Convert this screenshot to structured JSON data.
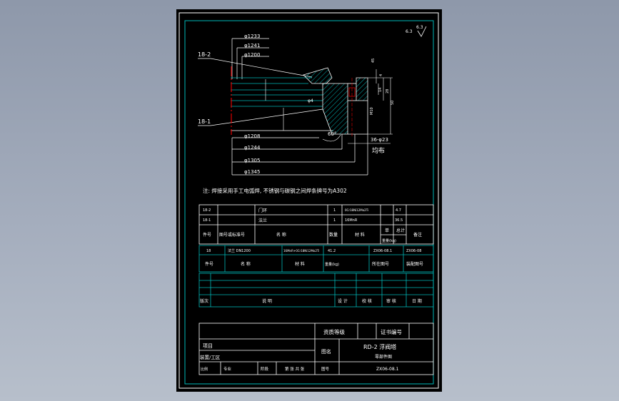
{
  "drawing": {
    "roughness_symbol": "6.3",
    "dims_top": [
      "φ1233",
      "φ1241",
      "φ1200"
    ],
    "dims_bottom": [
      "φ1208",
      "φ1244",
      "φ1305",
      "φ1345"
    ],
    "part_labels": [
      "18-2",
      "18-1"
    ],
    "angle_label": "60°",
    "side_dims": [
      "45",
      "4",
      "14",
      "28",
      "50",
      "φ4",
      "M10"
    ],
    "holes_label": "36-φ23",
    "holes_note": "均布",
    "note": "注: 焊接采用手工电弧焊, 不锈钢与碳钢之间焊条牌号为A302"
  },
  "bom": {
    "rows": [
      {
        "seq": "18-2",
        "name": "门环",
        "qty": "1",
        "material": "0Cr18Ni12Mo2Ti",
        "weight": "4.7"
      },
      {
        "seq": "18-1",
        "name": "法兰",
        "qty": "1",
        "material": "16MnR",
        "weight": "36.5"
      }
    ],
    "header": {
      "seq": "件号",
      "drawing_no": "图号或标准号",
      "name": "名  称",
      "qty": "数量",
      "material": "材 料",
      "single": "单",
      "weight": "重量(kg)",
      "total": "总计",
      "remark": "备注"
    }
  },
  "part": {
    "row": {
      "seq": "18",
      "name": "法兰 DN1200",
      "material": "16MnR+0Cr18Ni12Mo2Ti",
      "weight": "41.2",
      "drawing": "ZX06-08.1",
      "assembly": "ZX06-08"
    },
    "header": {
      "seq": "件号",
      "name": "名   称",
      "material": "材 料",
      "weight": "重量(kg)",
      "drawing": "所在图号",
      "assembly": "装配图号"
    }
  },
  "revision": {
    "labels": [
      "版次",
      "说    明",
      "设 计",
      "校 核",
      "审 核",
      "日 期"
    ]
  },
  "title_block": {
    "qualification": "资质等级",
    "certificate": "证书编号",
    "project_label": "项目",
    "device_label": "装置/工区",
    "drawing_name_label": "图名",
    "drawing_title": "RD-2 浮阀塔",
    "drawing_subtitle": "零部件图",
    "scale_label": "比例",
    "discipline_label": "专业",
    "sheet_label": "第 张  共 张",
    "phase_label": "阶段",
    "drawing_no_label": "图号",
    "drawing_no": "ZX06-08.1"
  },
  "colors": {
    "frame": "#00b7b7",
    "hatch": "#00b0b0",
    "text": "#ffffff",
    "center": "#e00000"
  }
}
